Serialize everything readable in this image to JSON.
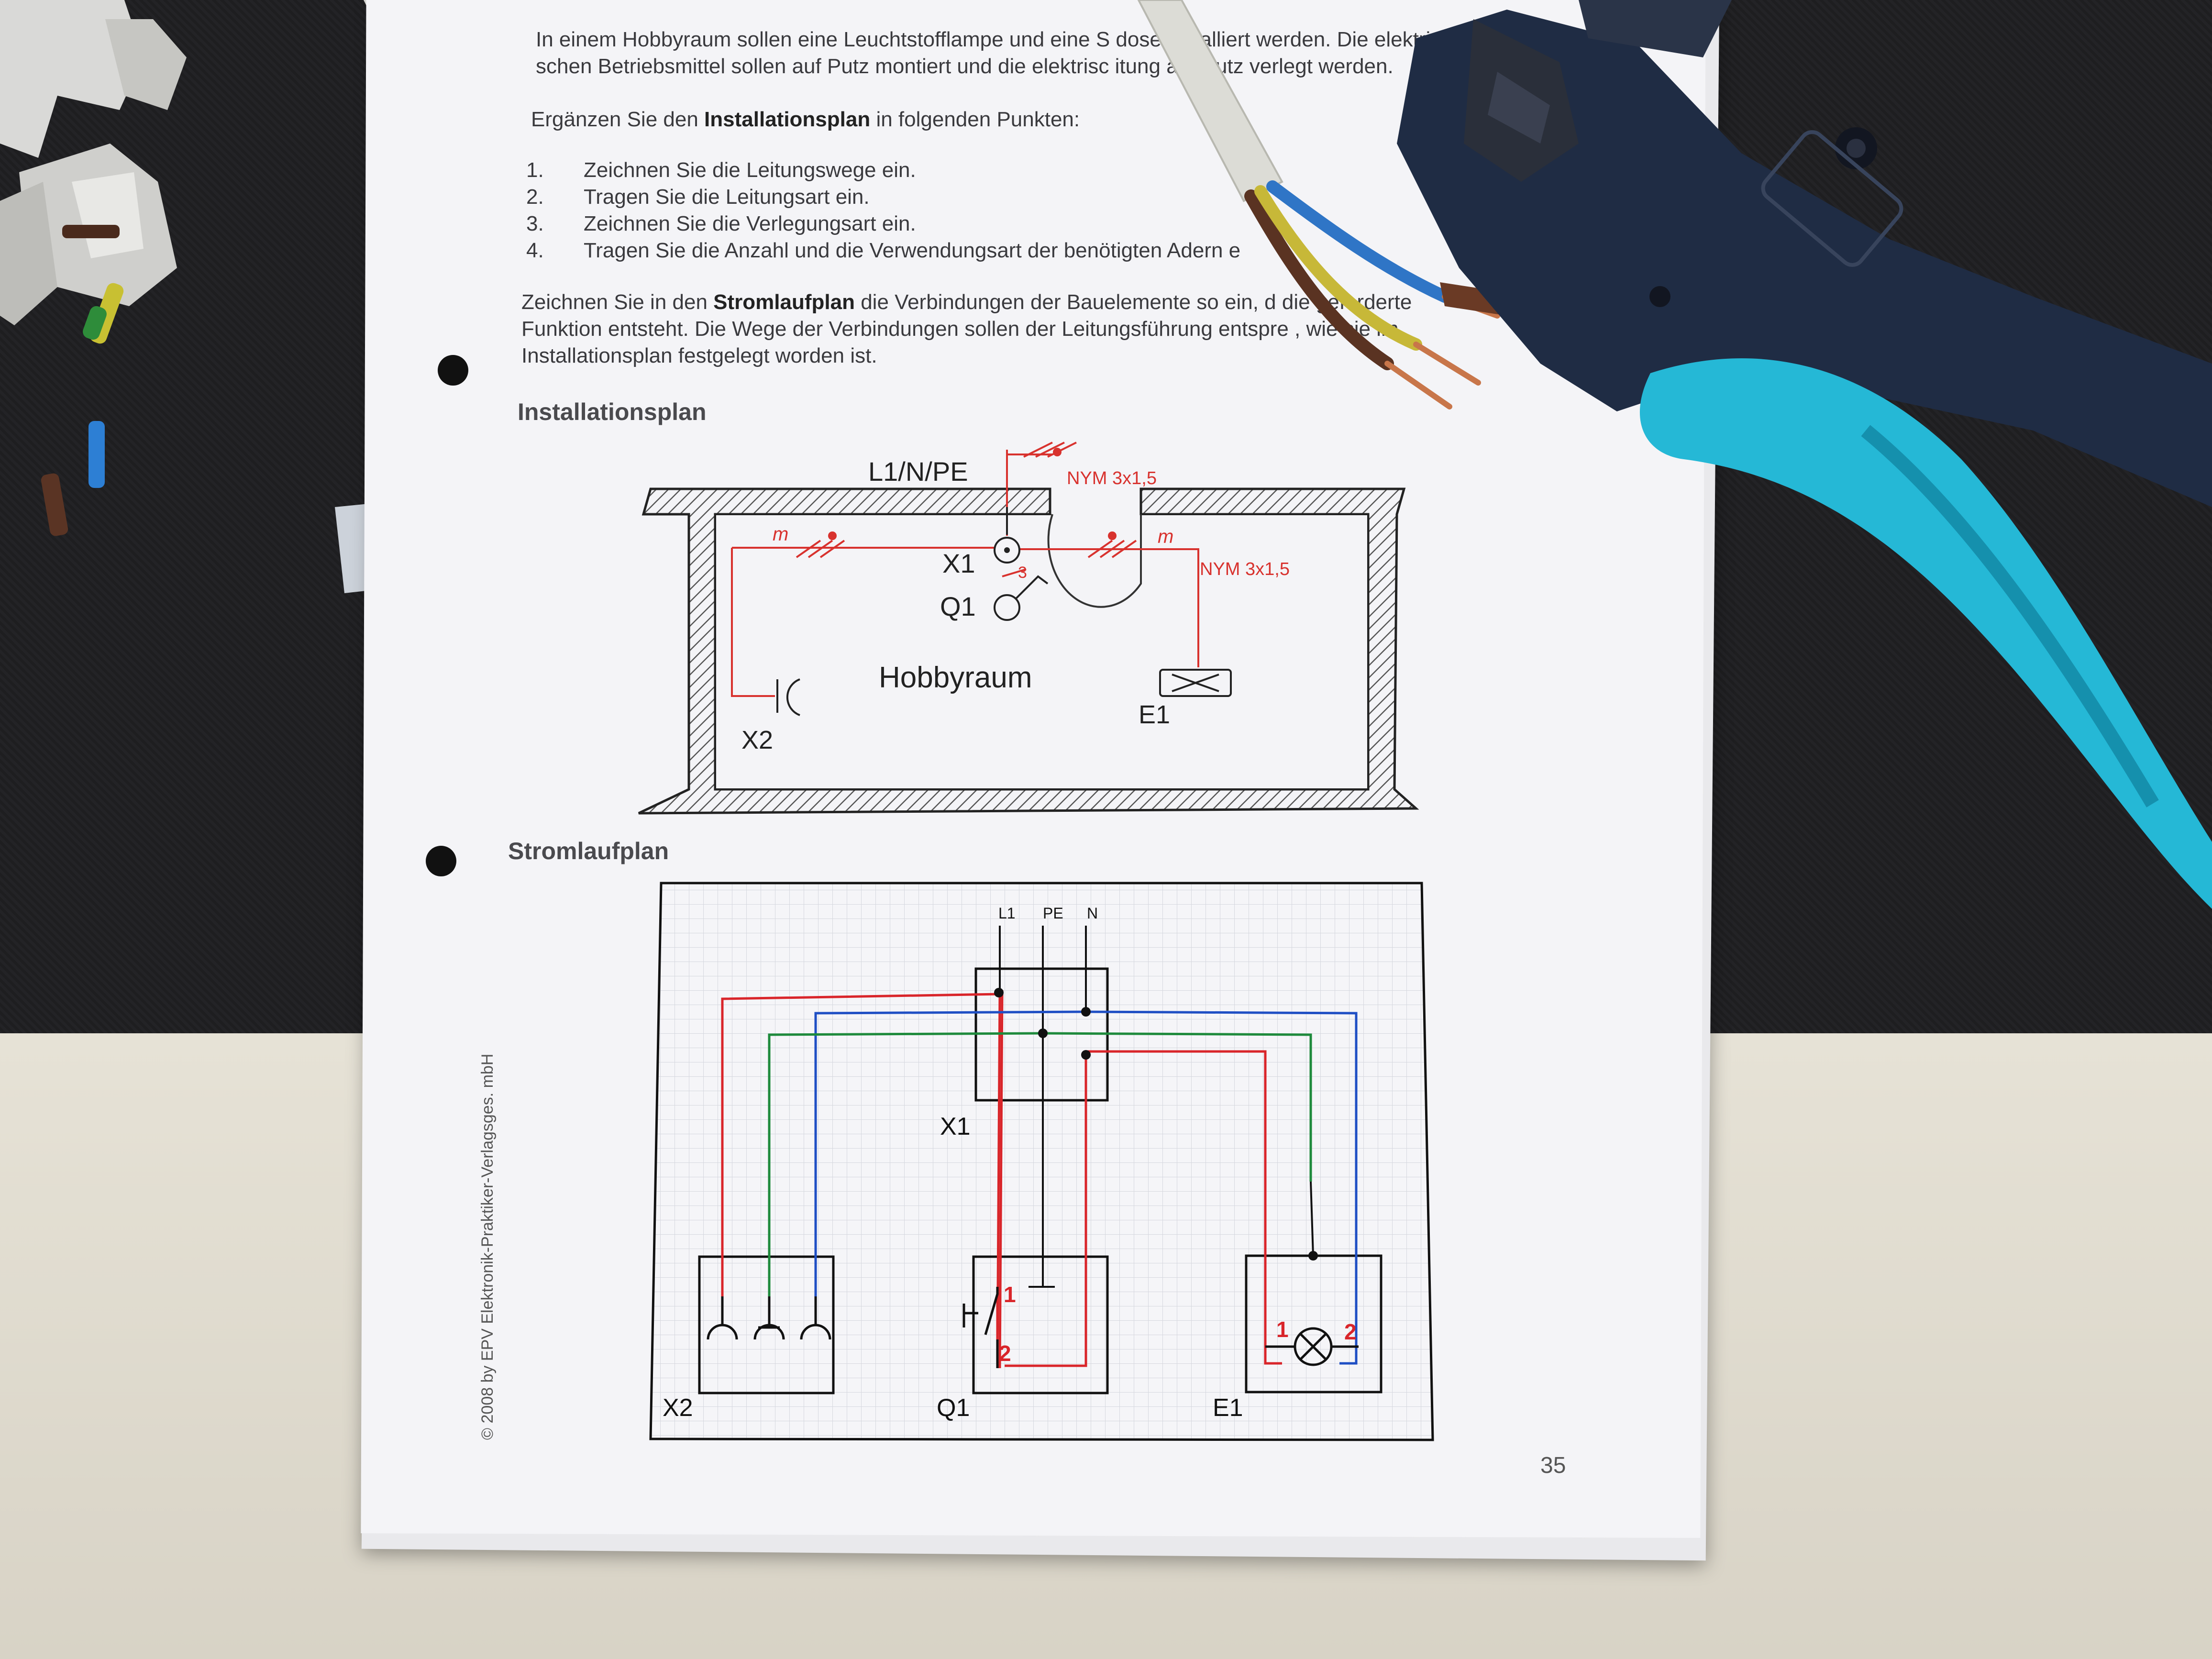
{
  "worksheet": {
    "intro_line1": "In einem Hobbyraum sollen eine Leuchtstofflampe und eine S        dose installiert werden. Die elektri-",
    "intro_line2": "schen Betriebsmittel sollen auf Putz montiert und die elektrisc      itung auf Putz verlegt werden.",
    "task_intro_prefix": "Ergänzen Sie den",
    "task_intro_bold": "Installationsplan",
    "task_intro_suffix": "in folgenden Punkten:",
    "tasks": [
      {
        "num": "1.",
        "text": "Zeichnen Sie die Leitungswege ein."
      },
      {
        "num": "2.",
        "text": "Tragen Sie die Leitungsart ein."
      },
      {
        "num": "3.",
        "text": "Zeichnen Sie die Verlegungsart ein."
      },
      {
        "num": "4.",
        "text": "Tragen Sie die Anzahl und die Verwendungsart der benötigten Adern e"
      }
    ],
    "strom_prefix": "Zeichnen Sie in den",
    "strom_bold": "Stromlaufplan",
    "strom_line1_suffix": "die Verbindungen der Bauelemente so ein, d     die geforderte",
    "strom_line2": "Funktion entsteht. Die Wege der Verbindungen sollen der Leitungsführung entspre      , wie sie im",
    "strom_line3": "Installationsplan festgelegt worden ist.",
    "installationsplan_title": "Installationsplan",
    "stromlaufplan_title": "Stromlaufplan",
    "copyright": "© 2008 by EPV Elektronik-Praktiker-Verlagsges. mbH",
    "page_number": "35"
  },
  "installationsplan": {
    "supply_label": "L1/N/PE",
    "cable_label_top": "NYM 3x1,5",
    "cable_label_right": "NYM 3x1,5",
    "mount_left": "m",
    "mount_right": "m",
    "wire_count": "3",
    "junction_box": "X1",
    "switch": "Q1",
    "room_name": "Hobbyraum",
    "lamp": "E1",
    "socket": "X2"
  },
  "stromlaufplan": {
    "header_l1": "L1",
    "header_pe": "PE",
    "header_n": "N",
    "junction_box": "X1",
    "socket": "X2",
    "switch": "Q1",
    "lamp": "E1",
    "switch_terminal_1": "1",
    "switch_terminal_2": "2",
    "lamp_terminal_1": "1",
    "lamp_terminal_2": "2"
  },
  "colors": {
    "phase": "#d9252a",
    "neutral": "#1f4fc4",
    "protective": "#1e8a3c",
    "plan_red": "#d8322e",
    "tool_blue": "#25b8d6",
    "tool_dark": "#1f2c44",
    "mat": "#1e1e20"
  },
  "icons": [
    "pliers-icon",
    "cable-icon",
    "wire-piece-icon",
    "terminal-clip-icon"
  ]
}
